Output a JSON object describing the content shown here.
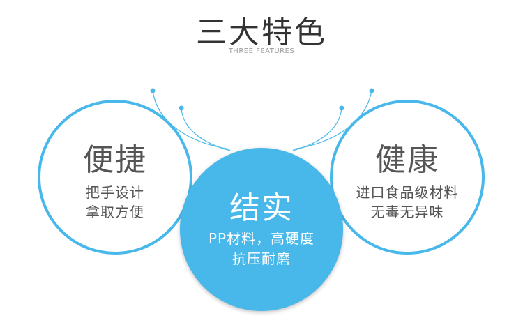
{
  "header": {
    "title": "三大特色",
    "subtitle": "THREE FEATURES"
  },
  "features": [
    {
      "title": "便捷",
      "line1": "把手设计",
      "line2": "拿取方便"
    },
    {
      "title": "结实",
      "line1": "PP材料，高硬度",
      "line2": "抗压耐磨"
    },
    {
      "title": "健康",
      "line1": "进口食品级材料",
      "line2": "无毒无异味"
    }
  ],
  "colors": {
    "accent": "#48b8ea",
    "text": "#555555",
    "title": "#333333"
  }
}
